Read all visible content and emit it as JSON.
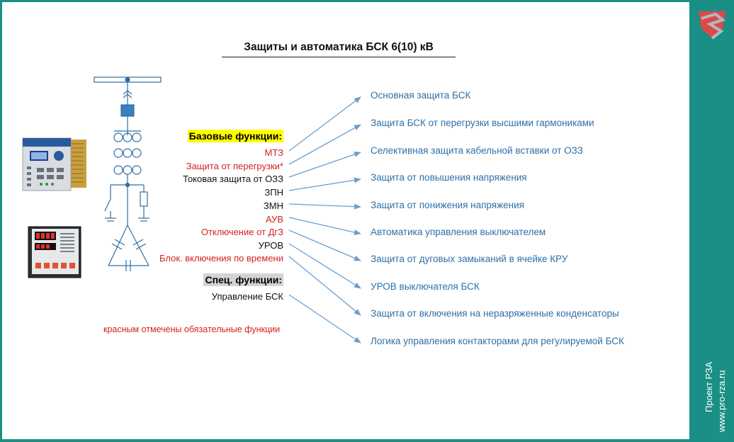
{
  "title": "Защиты и автоматика БСК 6(10) кВ",
  "base_header": "Базовые функции:",
  "base_functions": [
    {
      "label": "МТЗ",
      "mandatory": true
    },
    {
      "label": "Защита от перегрузки*",
      "mandatory": true
    },
    {
      "label": "Токовая защита от ОЗЗ",
      "mandatory": false
    },
    {
      "label": "ЗПН",
      "mandatory": false
    },
    {
      "label": "ЗМН",
      "mandatory": false
    },
    {
      "label": "АУВ",
      "mandatory": true
    },
    {
      "label": "Отключение от ДгЗ",
      "mandatory": true
    },
    {
      "label": "УРОВ",
      "mandatory": false
    },
    {
      "label": "Блок. включения по времени",
      "mandatory": true
    }
  ],
  "special_header": "Спец. функции:",
  "special_functions": [
    {
      "label": "Управление БСК",
      "mandatory": false
    }
  ],
  "note": "красным отмечены обязательные функции",
  "targets": [
    "Основная защита БСК",
    "Защита БСК от перегрузки высшими гармониками",
    "Селективная защита кабельной вставки от ОЗЗ",
    "Защита от повышения напряжения",
    "Защита от понижения напряжения",
    "Автоматика управления выключателем",
    "Защита от дуговых замыканий в ячейке КРУ",
    "УРОВ выключателя БСК",
    "Защита от включения на неразряженные конденсаторы",
    "Логика управления контакторами для регулируемой БСК"
  ],
  "sidebar": {
    "project": "Проект РЗА",
    "site": "www.pro-rza.ru"
  },
  "colors": {
    "background": "#1a8f86",
    "mandatory": "#d62020",
    "target_text": "#2e6fa6",
    "arrow": "#6a9fcf",
    "schematic": "#2e6fa6"
  }
}
